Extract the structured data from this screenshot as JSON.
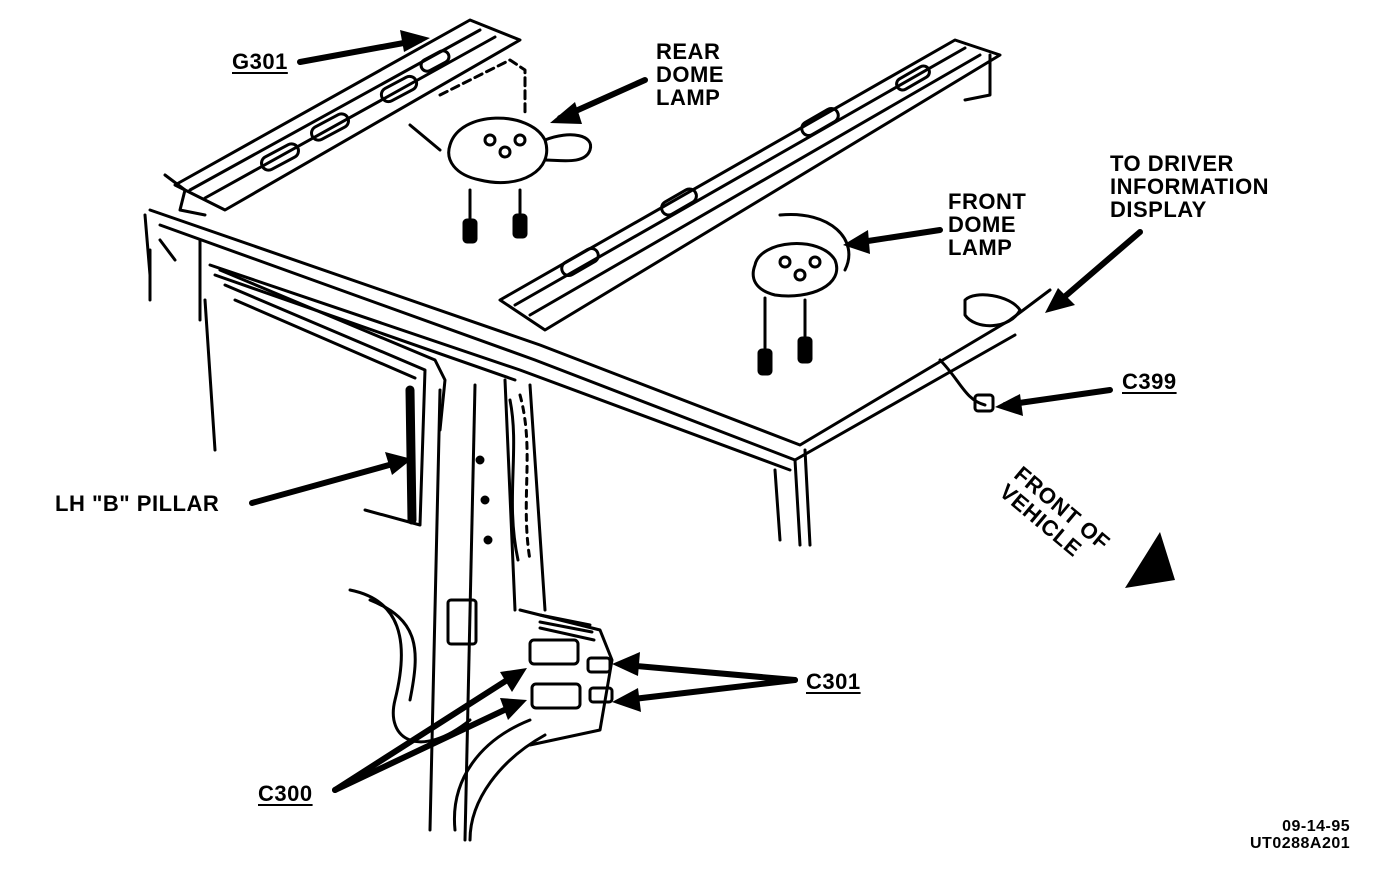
{
  "labels": {
    "g301": "G301",
    "rear_dome_lamp": [
      "REAR",
      "DOME",
      "LAMP"
    ],
    "front_dome_lamp": [
      "FRONT",
      "DOME",
      "LAMP"
    ],
    "to_driver_info": [
      "TO DRIVER",
      "INFORMATION",
      "DISPLAY"
    ],
    "c399": "C399",
    "lh_b_pillar": "LH \"B\" PILLAR",
    "front_of_vehicle": [
      "FRONT OF",
      "VEHICLE"
    ],
    "c301": "C301",
    "c300": "C300",
    "date_code": "09-14-95",
    "figure_id": "UT0288A201"
  },
  "colors": {
    "ink": "#000000",
    "paper": "#ffffff"
  }
}
